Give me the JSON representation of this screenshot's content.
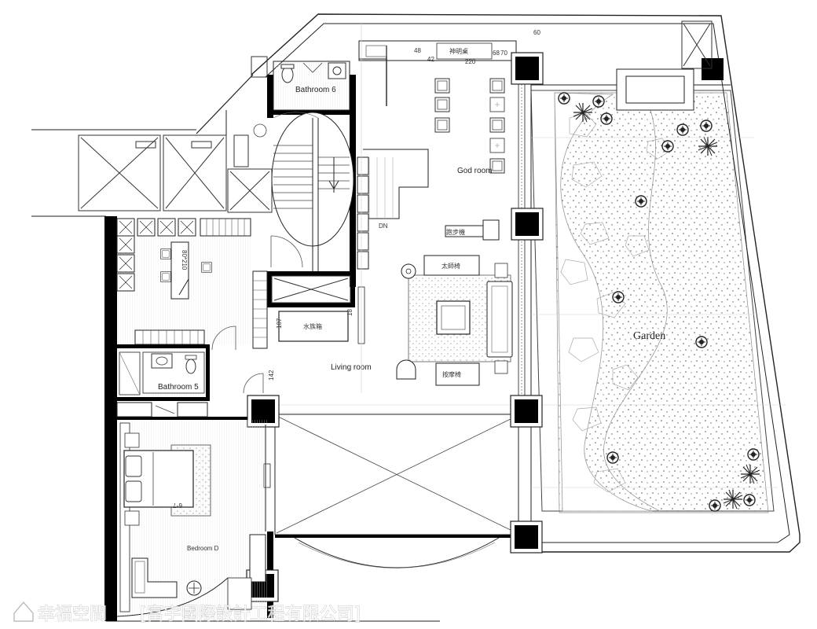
{
  "rooms": {
    "bathroom6": "Bathroom 6",
    "bathroom5": "Bathroom 5",
    "god_room": "God room",
    "living_room": "Living room",
    "garden": "Garden",
    "bedroom_d": "Bedroom D"
  },
  "furniture": {
    "altar_table": "神明桌",
    "treadmill": "跑步機",
    "armchair": "太師椅",
    "massage_chair": "按摩椅",
    "water_tank": "水族箱"
  },
  "stair": {
    "down": "DN"
  },
  "dimensions": {
    "d48": "48",
    "d42": "42",
    "d220": "220",
    "d68": "68",
    "d70": "70",
    "d60": "60",
    "d142": "142",
    "d107": "107",
    "d18": "18",
    "table": "80*210",
    "bed": "6*7"
  },
  "watermark": {
    "brand": "幸福空間",
    "company": "[富宇國際設計工程有限公司]"
  }
}
